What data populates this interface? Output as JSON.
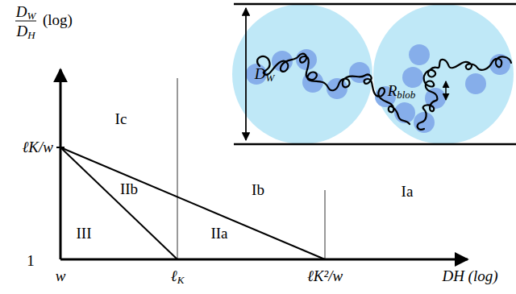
{
  "diagram": {
    "labels": [
      "DW",
      "DH",
      "(log)",
      "ℓK/w",
      "1",
      "w",
      "ℓK",
      "ℓK²/w",
      "DH (log)",
      "Ic",
      "IIb",
      "Ib",
      "Ia",
      "III",
      "IIa",
      "DW",
      "Rblob"
    ]
  }
}
